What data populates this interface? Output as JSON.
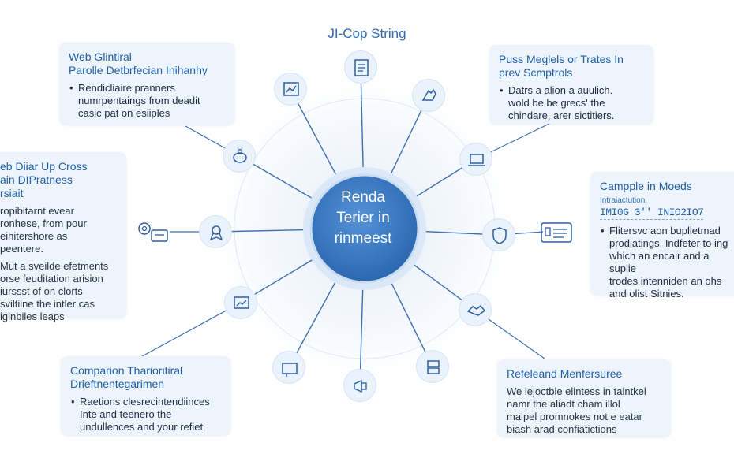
{
  "title": "JI-Cop String",
  "hub": {
    "line1": "Renda",
    "line2": "Terier in",
    "line3": "rinmeest"
  },
  "cards": {
    "top_left": {
      "heading1": "Web Glintiral",
      "heading2": "Parolle Detbrfecian Inihanhy",
      "lines": [
        "Rendicliaire pranners",
        "numrpentaings from deadit",
        "casic pat on esiiples"
      ]
    },
    "left": {
      "heading1": "eb Diiar Up Cross",
      "heading2": "ain DIPratness",
      "heading3": "rsiait",
      "para1": [
        "ropibitarnt evear",
        "ronhese, from pour",
        "eihitershore as",
        "peentere."
      ],
      "para2": [
        "Mut a sveilde efetments",
        "orse feuditation arision",
        "iurssst of on clorts",
        "sviltiine the intler cas",
        "iginbiles leaps"
      ]
    },
    "bottom_left": {
      "heading1": "Comparion Tharioritiral",
      "heading2": "Drieftnentegarimen",
      "bullet": [
        "Raetions clesrecintendiinces",
        "Inte and teenero the",
        "undullences and your refiet"
      ]
    },
    "top_right": {
      "heading1": "Puss Meglels or Trates In",
      "heading2": "prev Scmptrols",
      "bullet": [
        "Datrs a alion a auulich.",
        "wold be be grecs' the",
        "chindare, arer sictitiers."
      ]
    },
    "right": {
      "heading1": "Campple in Moeds",
      "small": "Intraiactution.",
      "code": "IMI0G 3'' INIO2IO7",
      "bullet": [
        "Flitersvc aon buplletmad",
        "prodlatings, Indfeter to ing",
        "which an encair and a suplie",
        "trodes intenniden an ohs",
        "and olist Sitnies."
      ]
    },
    "bottom_right": {
      "heading1": "Refeleand Menfersuree",
      "lines": [
        "We lejoctble elintess in talntkel",
        "namr the aliadt cham illol",
        "malpel promnokes not e eatar",
        "biash arad confiatictions"
      ]
    }
  },
  "icons": [
    "chart-board-icon",
    "document-icon",
    "hand-wave-icon",
    "piggy-bank-icon",
    "laptop-icon",
    "award-badge-icon",
    "shield-icon",
    "id-card-icon",
    "handshake-icon",
    "gears-icon",
    "folder-icon",
    "presentation-icon",
    "server-icon",
    "megaphone-icon",
    "chart-frame-icon"
  ],
  "colors": {
    "accent": "#2f6db5",
    "hub_fill": "#3a7cc4",
    "line": "#3f6fb0",
    "card_bg": "#eef4fb"
  }
}
